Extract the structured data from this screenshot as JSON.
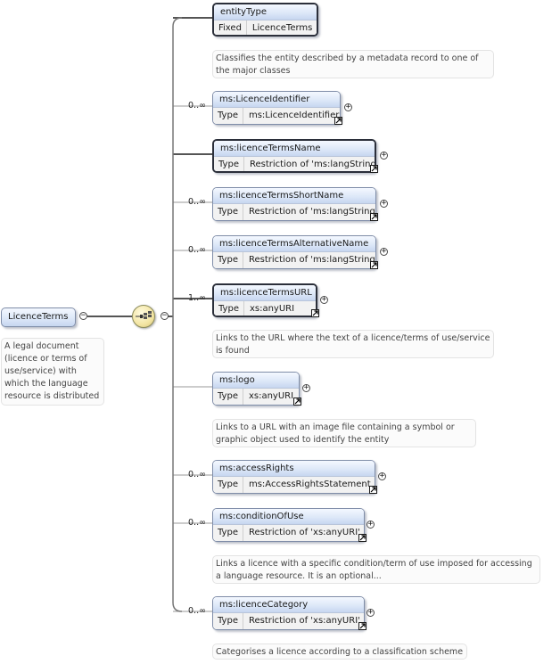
{
  "root": {
    "name": "LicenceTerms",
    "doc": "A legal document (licence or terms of use/service) with which the language resource is distributed"
  },
  "elements": [
    {
      "name": "entityType",
      "key": "Fixed",
      "value": "LicenceTerms",
      "cardinality": "",
      "doc": "Classifies the entity described by a metadata record to one of the major classes"
    },
    {
      "name": "ms:LicenceIdentifier",
      "key": "Type",
      "value": "ms:LicenceIdentifier",
      "cardinality": "0..∞",
      "doc": ""
    },
    {
      "name": "ms:licenceTermsName",
      "key": "Type",
      "value": "Restriction of 'ms:langString'",
      "cardinality": "",
      "doc": ""
    },
    {
      "name": "ms:licenceTermsShortName",
      "key": "Type",
      "value": "Restriction of 'ms:langString'",
      "cardinality": "0..∞",
      "doc": ""
    },
    {
      "name": "ms:licenceTermsAlternativeName",
      "key": "Type",
      "value": "Restriction of 'ms:langString'",
      "cardinality": "0..∞",
      "doc": ""
    },
    {
      "name": "ms:licenceTermsURL",
      "key": "Type",
      "value": "xs:anyURI",
      "cardinality": "1..∞",
      "doc": "Links to the URL where the text of a licence/terms of use/service is found"
    },
    {
      "name": "ms:logo",
      "key": "Type",
      "value": "xs:anyURI",
      "cardinality": "",
      "doc": "Links to a URL with an image file containing a symbol or graphic object used to identify the entity"
    },
    {
      "name": "ms:accessRights",
      "key": "Type",
      "value": "ms:AccessRightsStatement",
      "cardinality": "0..∞",
      "doc": ""
    },
    {
      "name": "ms:conditionOfUse",
      "key": "Type",
      "value": "Restriction of 'xs:anyURI'",
      "cardinality": "0..∞",
      "doc": "Links a licence with a specific condition/term of use imposed for accessing a language resource. It is an optional..."
    },
    {
      "name": "ms:licenceCategory",
      "key": "Type",
      "value": "Restriction of 'xs:anyURI'",
      "cardinality": "0..∞",
      "doc": "Categorises a licence according to a classification scheme"
    }
  ],
  "icons": {
    "collapse": "minus-toggle-icon",
    "expand": "plus-toggle-icon",
    "reference": "reference-arrow-icon",
    "compositor": "sequence-compositor-icon"
  },
  "colors": {
    "header_top": "#f4f8ff",
    "header_bottom": "#c6d6f0",
    "border": "#7f8da8",
    "mandatory_border": "#2b2f3a",
    "compositor": "#f3e5a3"
  }
}
